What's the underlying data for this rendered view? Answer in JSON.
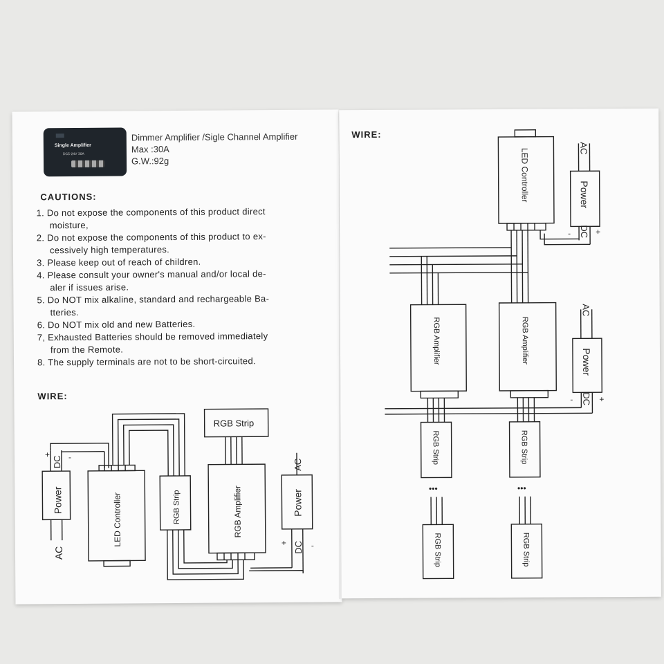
{
  "product": {
    "image_title": "Single Amplifier",
    "image_spec": "DC5-24V 30A",
    "description": [
      "Dimmer Amplifier /Sigle Channel Amplifier",
      "Max :30A",
      "G.W.:92g"
    ]
  },
  "cautions": {
    "heading": "CAUTIONS:",
    "items": [
      "1. Do not expose the components of this product direct",
      "   moisture,",
      "2. Do not expose the components of this product to ex-",
      "   cessively high temperatures.",
      "3. Please keep out of reach of children.",
      "4. Please consult your owner's manual and/or local de-",
      "   aler if  issues arise.",
      "5. Do NOT mix alkaline, standard and rechargeable Ba-",
      "   tteries.",
      "6. Do NOT mix old and new Batteries.",
      "7, Exhausted Batteries should be removed immediately",
      "   from the  Remote.",
      "8. The supply terminals are not to be short-circuited."
    ]
  },
  "wire_left": {
    "heading": "WIRE:",
    "power": "Power",
    "ac": "AC",
    "dc": "DC",
    "plus": "+",
    "minus": "-",
    "led_controller": "LED Controller",
    "rgb_strip": "RGB Strip",
    "rgb_amplifier": "RGB Amplifier"
  },
  "wire_right": {
    "heading": "WIRE:",
    "led_controller": "LED Controller",
    "power": "Power",
    "ac": "AC",
    "dc": "DC",
    "plus": "+",
    "minus": "-",
    "rgb_amplifier": "RGB Amplifier",
    "rgb_strip": "RGB Strip",
    "dots": "•••"
  }
}
